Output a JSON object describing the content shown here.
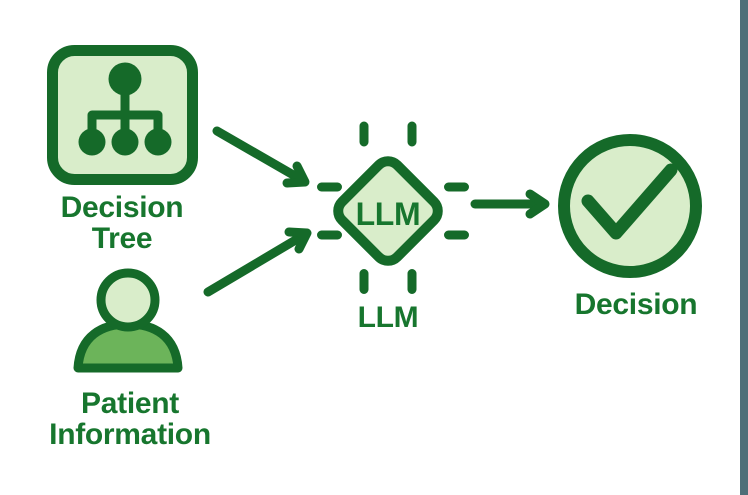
{
  "figure": {
    "type": "flow-diagram",
    "background": "#ffffff",
    "colors": {
      "outline": "#156a29",
      "label_text": "#17762e",
      "light_fill": "#d9edca",
      "mid_fill": "#6cb45a",
      "frame": "#4e6e78"
    },
    "nodes": {
      "decision_tree": {
        "icon": "decision-tree-icon",
        "label_line1": "Decision",
        "label_line2": "Tree"
      },
      "patient_information": {
        "icon": "person-icon",
        "label_line1": "Patient",
        "label_line2": "Information"
      },
      "llm": {
        "icon": "llm-chip-icon",
        "chip_text": "LLM",
        "label": "LLM"
      },
      "decision": {
        "icon": "check-circle-icon",
        "label": "Decision"
      }
    },
    "edges": [
      {
        "from": "decision_tree",
        "to": "llm"
      },
      {
        "from": "patient_information",
        "to": "llm"
      },
      {
        "from": "llm",
        "to": "decision"
      }
    ]
  }
}
